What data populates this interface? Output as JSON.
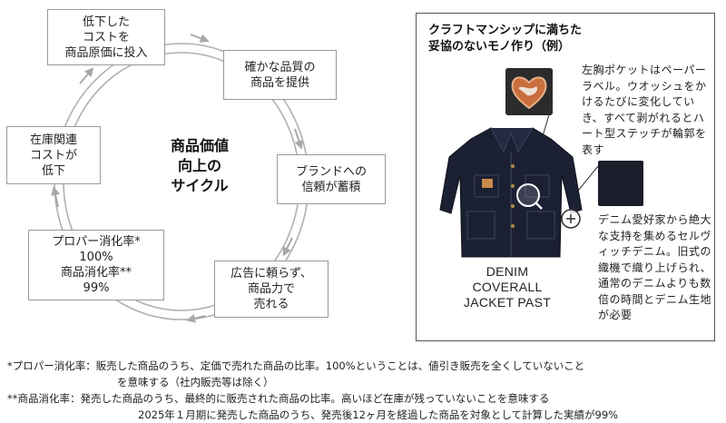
{
  "cycle": {
    "center_title": [
      "商品価値",
      "向上の",
      "サイクル"
    ],
    "steps": [
      {
        "lines": [
          "低下した",
          "コストを",
          "商品原価に投入"
        ]
      },
      {
        "lines": [
          "確かな品質の",
          "商品を提供"
        ]
      },
      {
        "lines": [
          "ブランドへの",
          "信頼が蓄積"
        ]
      },
      {
        "lines": [
          "広告に頼らず、",
          "商品力で",
          "売れる"
        ]
      },
      {
        "lines": [
          "プロパー消化率*",
          "100%",
          "商品消化率**",
          "99%"
        ]
      },
      {
        "lines": [
          "在庫関連",
          "コストが",
          "低下"
        ]
      }
    ],
    "arrow_color": "#a8a8a8"
  },
  "panel": {
    "title_lines": [
      "クラフトマンシップに満ちた",
      "妥協のないモノ作り（例）"
    ],
    "pocket_description": "左胸ポケットはペーパーラベル。ウオッシュをかけるたびに変化していき、すべて剥がれるとハート型ステッチが輪郭を表す",
    "denim_description": "デニム愛好家から絶大な支持を集めるセルヴィッチデニム。旧式の織機で織り上げられ、通常のデニムよりも数倍の時間とデニム生地が必要",
    "product_name": [
      "DENIM",
      "COVERALL",
      "JACKET PAST"
    ],
    "denim_color": "#1c2033"
  },
  "footnotes": {
    "line1": "*プロパー消化率：販売した商品のうち、定価で売れた商品の比率。100%ということは、値引き販売を全くしていないこと",
    "line1b": "を意味する（社内販売等は除く）",
    "line2": "**商品消化率：発売した商品のうち、最終的に販売された商品の比率。高いほど在庫が残っていないことを意味する",
    "line3": "2025年１月期に発売した商品のうち、発売後12ヶ月を経過した商品を対象として計算した実績が99%"
  }
}
